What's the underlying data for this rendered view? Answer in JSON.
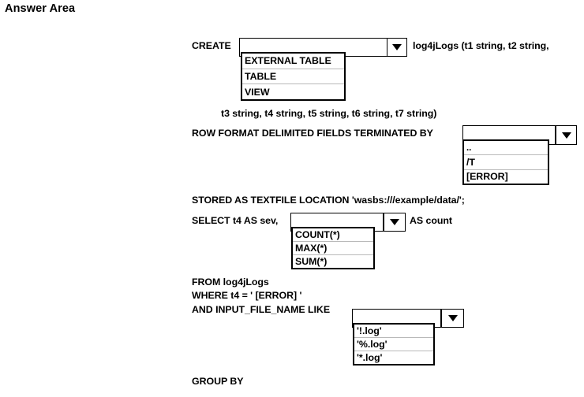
{
  "page": {
    "title": "Answer Area"
  },
  "query": {
    "line_create_label": "CREATE",
    "line_create_tail": "log4jLogs (t1 string, t2 string,",
    "line_columns": "t3 string, t4 string, t5 string, t6 string, t7 string)",
    "line_row_format": "ROW FORMAT DELIMITED FIELDS TERMINATED BY",
    "line_stored_as": "STORED AS TEXTFILE LOCATION 'wasbs:///example/data/';",
    "line_select_label": "SELECT t4 AS sev,",
    "line_select_tail": "AS count",
    "line_from": "FROM log4jLogs",
    "line_where": "WHERE t4 = ' [ERROR] '",
    "line_and_like": "AND INPUT_FILE_NAME LIKE",
    "line_group_by": "GROUP BY"
  },
  "dropdowns": {
    "create_object": {
      "name": "create-object-type",
      "value": "",
      "arrow_icon": "chevron-down-icon",
      "options": [
        "EXTERNAL TABLE",
        "TABLE",
        "VIEW"
      ]
    },
    "field_delimiter": {
      "name": "field-delimiter",
      "value": "",
      "arrow_icon": "chevron-down-icon",
      "options": [
        "..",
        "/T",
        "[ERROR]"
      ]
    },
    "aggregate_function": {
      "name": "aggregate-function",
      "value": "",
      "arrow_icon": "chevron-down-icon",
      "options": [
        "COUNT(*)",
        "MAX(*)",
        "SUM(*)"
      ]
    },
    "file_pattern": {
      "name": "file-name-pattern",
      "value": "",
      "arrow_icon": "chevron-down-icon",
      "options": [
        "'!.log'",
        "'%.log'",
        "'*.log'"
      ]
    }
  },
  "colors": {
    "background": "#ffffff",
    "text": "#000000",
    "border": "#000000",
    "option_separator": "#b9b9b9"
  }
}
